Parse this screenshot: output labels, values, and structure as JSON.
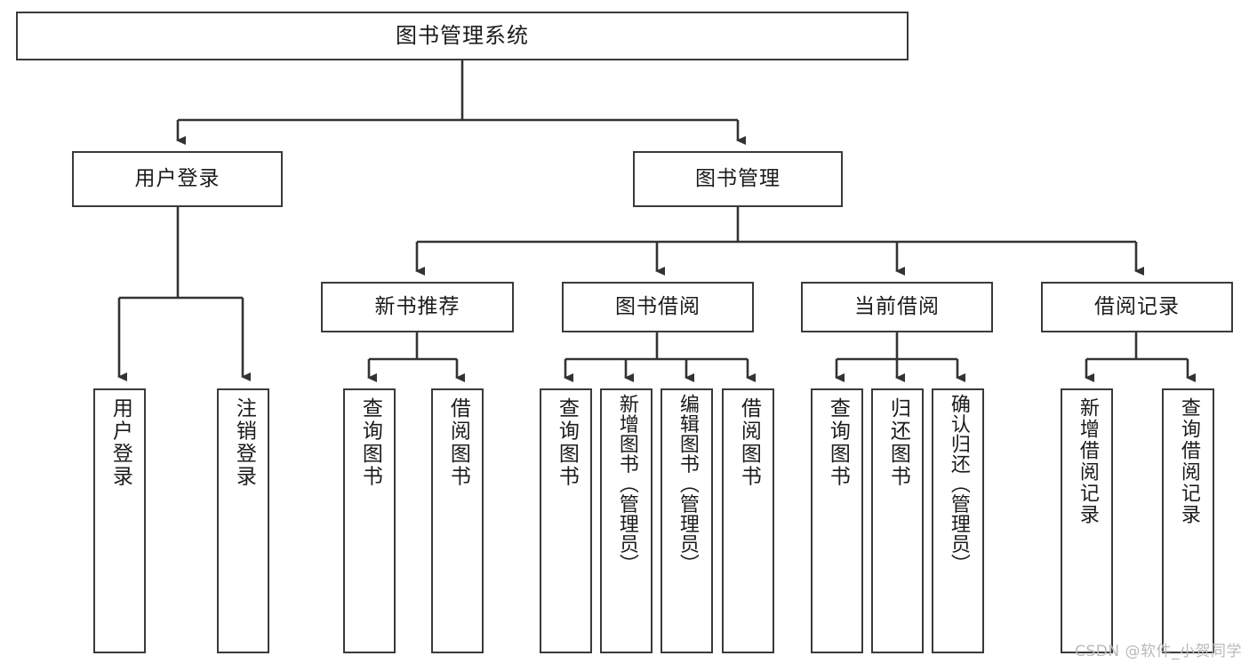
{
  "diagram": {
    "title": "图书管理系统",
    "type": "tree-hierarchy",
    "root": {
      "label": "图书管理系统"
    },
    "level2": [
      {
        "label": "用户登录"
      },
      {
        "label": "图书管理"
      }
    ],
    "level3": [
      {
        "label": "新书推荐"
      },
      {
        "label": "图书借阅"
      },
      {
        "label": "当前借阅"
      },
      {
        "label": "借阅记录"
      }
    ],
    "leaves": {
      "user_login": [
        {
          "label": "用户登录"
        },
        {
          "label": "注销登录"
        }
      ],
      "new_book_recommend": [
        {
          "label": "查询图书"
        },
        {
          "label": "借阅图书"
        }
      ],
      "book_borrow": [
        {
          "label": "查询图书"
        },
        {
          "label": "新增图书（管理员）"
        },
        {
          "label": "编辑图书（管理员）"
        },
        {
          "label": "借阅图书"
        }
      ],
      "current_borrow": [
        {
          "label": "查询图书"
        },
        {
          "label": "归还图书"
        },
        {
          "label": "确认归还（管理员）"
        }
      ],
      "borrow_record": [
        {
          "label": "新增借阅记录"
        },
        {
          "label": "查询借阅记录"
        }
      ]
    }
  },
  "watermark": {
    "text": "CSDN @软件_小贺同学"
  },
  "colors": {
    "box_border": "#3a3a3a",
    "box_fill": "#ffffff",
    "text": "#1b1b1b",
    "connector": "#333333",
    "watermark": "#b9b9b9",
    "background": "#ffffff"
  }
}
